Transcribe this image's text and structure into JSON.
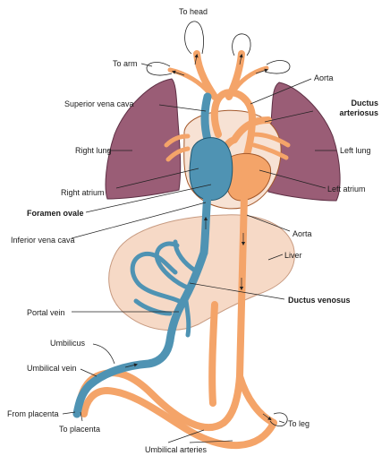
{
  "labels": {
    "to_head": "To head",
    "to_arm": "To arm",
    "aorta_top": "Aorta",
    "superior_vena_cava": "Superior vena cava",
    "ductus_arteriosus": "Ductus arteriosus",
    "right_lung": "Right lung",
    "left_lung": "Left lung",
    "right_atrium": "Right atrium",
    "left_atrium": "Left atrium",
    "foramen_ovale": "Foramen ovale",
    "aorta_mid": "Aorta",
    "inferior_vena_cava": "Inferior vena cava",
    "liver": "Liver",
    "ductus_venosus": "Ductus venosus",
    "portal_vein": "Portal vein",
    "umbilicus": "Umbilicus",
    "umbilical_vein": "Umbilical vein",
    "from_placenta": "From placenta",
    "to_placenta": "To placenta",
    "to_leg": "To leg",
    "umbilical_arteries": "Umbilical arteries"
  },
  "colors": {
    "lung": "#9a5d76",
    "lung_edge": "#5e2f44",
    "artery": "#f4a469",
    "artery_edge": "#a4582a",
    "artery_light": "#f8c49a",
    "vein": "#4f93b3",
    "vein_edge": "#1f566f",
    "liver": "#f6d9c6",
    "liver_edge": "#c79a80",
    "heart_bg": "#f7e2d4",
    "line": "#222222"
  }
}
